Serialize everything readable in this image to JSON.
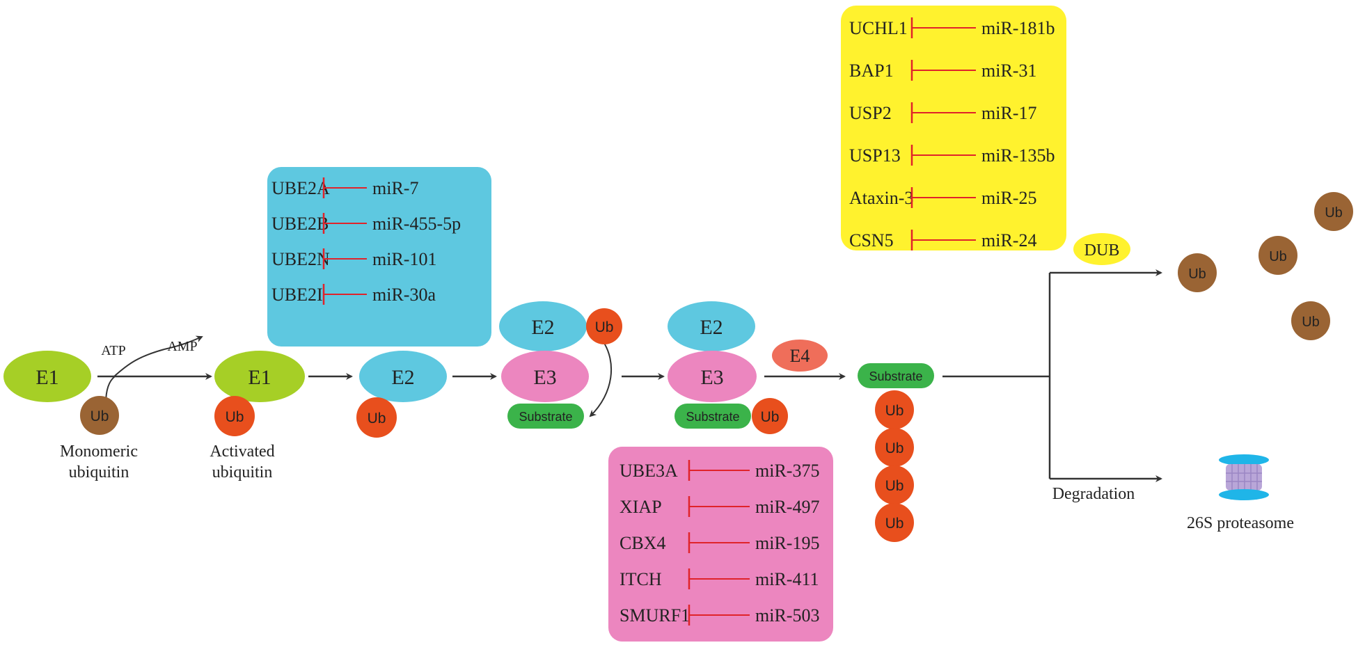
{
  "colors": {
    "e1": "#a6cf26",
    "e2": "#5ec8e0",
    "e3": "#ec86bf",
    "e4": "#ef6e5a",
    "ub_activated": "#e84f1d",
    "ub_monomeric": "#9a6434",
    "substrate": "#3bb34a",
    "dub_box": "#fff22e",
    "e2_box": "#5ec8e0",
    "e3_box": "#ec86bf",
    "inhibition": "#e0232a",
    "arrow": "#333333",
    "proteasome_cap": "#1fb5e8",
    "proteasome_core": "#b9a6d8"
  },
  "nodes": {
    "e1_start": "E1",
    "ub_monomeric": "Ub",
    "monomeric_caption_1": "Monomeric",
    "monomeric_caption_2": "ubiquitin",
    "atp": "ATP",
    "amp": "AMP",
    "e1_activated": "E1",
    "ub_activated": "Ub",
    "activated_caption_1": "Activated",
    "activated_caption_2": "ubiquitin",
    "e2_single": "E2",
    "ub_e2": "Ub",
    "e2_complex": "E2",
    "e3_complex": "E3",
    "ub_complex": "Ub",
    "substrate_complex": "Substrate",
    "e2_complex2": "E2",
    "e3_complex2": "E3",
    "substrate_complex2": "Substrate",
    "ub_complex2": "Ub",
    "e4": "E4",
    "substrate_chain": "Substrate",
    "ub_chain": [
      "Ub",
      "Ub",
      "Ub",
      "Ub"
    ],
    "dub": "DUB",
    "ub_free": [
      "Ub",
      "Ub",
      "Ub",
      "Ub"
    ],
    "degradation": "Degradation",
    "proteasome": "26S proteasome"
  },
  "e2_box": [
    {
      "gene": "UBE2A",
      "mirna": "miR-7"
    },
    {
      "gene": "UBE2B",
      "mirna": "miR-455-5p"
    },
    {
      "gene": "UBE2N",
      "mirna": "miR-101"
    },
    {
      "gene": "UBE2I",
      "mirna": "miR-30a"
    }
  ],
  "dub_box": [
    {
      "gene": "UCHL1",
      "mirna": "miR-181b"
    },
    {
      "gene": "BAP1",
      "mirna": "miR-31"
    },
    {
      "gene": "USP2",
      "mirna": "miR-17"
    },
    {
      "gene": "USP13",
      "mirna": "miR-135b"
    },
    {
      "gene": "Ataxin-3",
      "mirna": "miR-25"
    },
    {
      "gene": "CSN5",
      "mirna": "miR-24"
    }
  ],
  "e3_box": [
    {
      "gene": "UBE3A",
      "mirna": "miR-375"
    },
    {
      "gene": "XIAP",
      "mirna": "miR-497"
    },
    {
      "gene": "CBX4",
      "mirna": "miR-195"
    },
    {
      "gene": "ITCH",
      "mirna": "miR-411"
    },
    {
      "gene": "SMURF1",
      "mirna": "miR-503"
    }
  ]
}
